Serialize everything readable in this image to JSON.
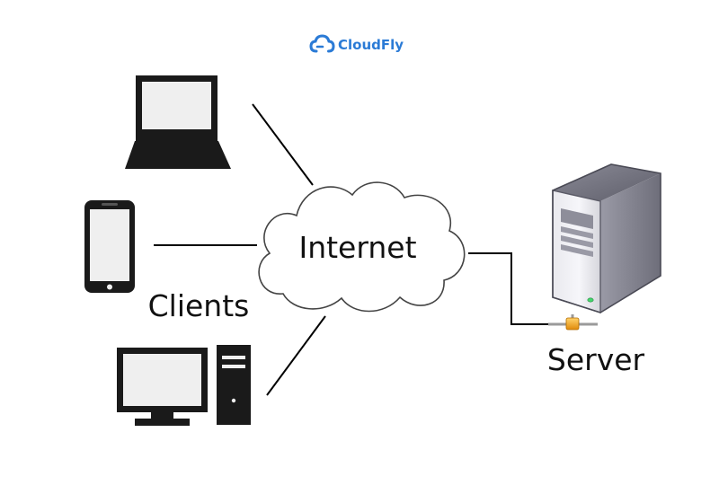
{
  "brand": {
    "name": "CloudFly",
    "color": "#2b7bd6",
    "icon": "cloud-icon"
  },
  "diagram": {
    "network_label": "Internet",
    "clients_label": "Clients",
    "server_label": "Server",
    "clients": [
      {
        "icon": "laptop-icon"
      },
      {
        "icon": "smartphone-icon"
      },
      {
        "icon": "desktop-computer-icon"
      }
    ],
    "server": {
      "icon": "server-tower-icon",
      "connector_icon": "network-connector-icon",
      "connector_color": "#f0a41a",
      "status_led_color": "#43d66b"
    }
  }
}
